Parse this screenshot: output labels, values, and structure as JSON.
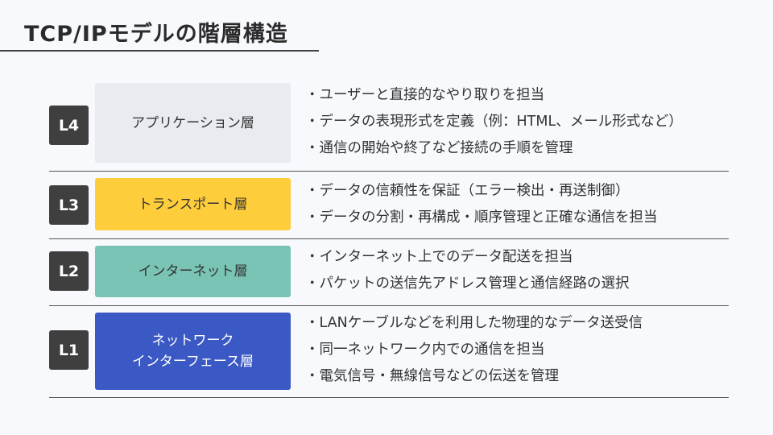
{
  "title": "TCP/IPモデルの階層構造",
  "layers": [
    {
      "code": "L4",
      "name": "アプリケーション層",
      "color": "#e9ebf1",
      "text_color": "#333333",
      "items": [
        "ユーザーと直接的なやり取りを担当",
        "データの表現形式を定義（例：HTML、メール形式など）",
        "通信の開始や終了など接続の手順を管理"
      ]
    },
    {
      "code": "L3",
      "name": "トランスポート層",
      "color": "#fecd3b",
      "text_color": "#333333",
      "items": [
        "データの信頼性を保証（エラー検出・再送制御）",
        "データの分割・再構成・順序管理と正確な通信を担当"
      ]
    },
    {
      "code": "L2",
      "name": "インターネット層",
      "color": "#79c4b5",
      "text_color": "#333333",
      "items": [
        "インターネット上でのデータ配送を担当",
        "パケットの送信先アドレス管理と通信経路の選択"
      ]
    },
    {
      "code": "L1",
      "name": "ネットワーク\nインターフェース層",
      "color": "#3b59c5",
      "text_color": "#ffffff",
      "items": [
        "LANケーブルなどを利用した物理的なデータ送受信",
        "同一ネットワーク内での通信を担当",
        "電気信号・無線信号などの伝送を管理"
      ]
    }
  ]
}
